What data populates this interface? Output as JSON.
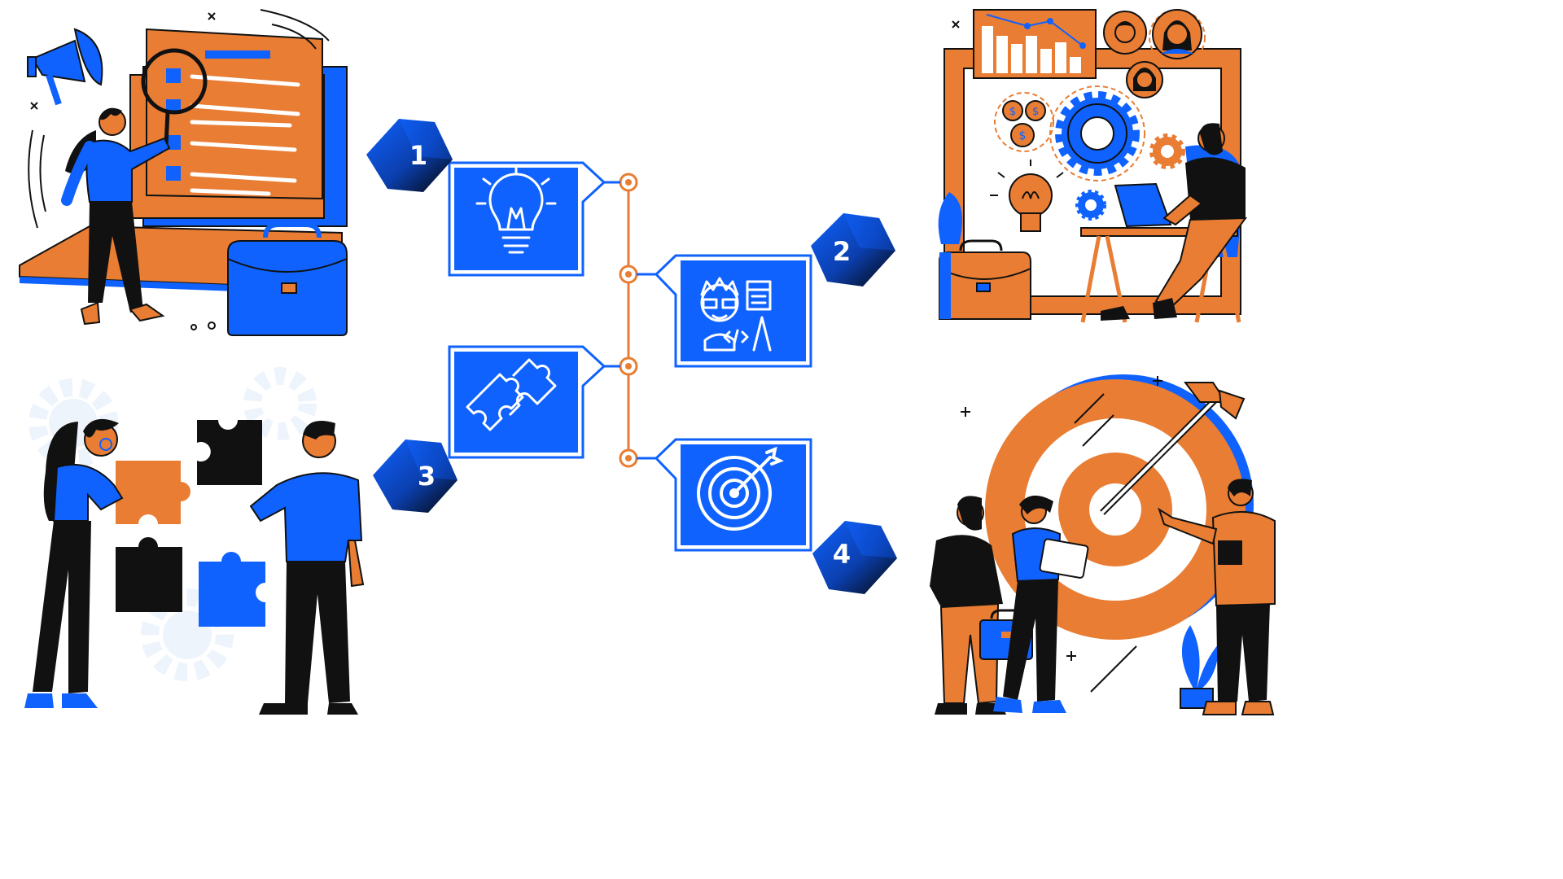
{
  "colors": {
    "blue": "#0f62fe",
    "orange": "#e87d33",
    "black": "#111111",
    "white": "#ffffff",
    "light_gear": "#eef4fb"
  },
  "steps": [
    {
      "number": "1",
      "icon": "lightbulb-icon",
      "illustration": "checklist-laptop-megaphone-woman"
    },
    {
      "number": "2",
      "icon": "coder-icon",
      "illustration": "presentation-board-man-at-desk"
    },
    {
      "number": "3",
      "icon": "puzzle-icon",
      "illustration": "two-people-puzzle-pieces"
    },
    {
      "number": "4",
      "icon": "target-icon",
      "illustration": "team-at-dartboard-target"
    }
  ]
}
